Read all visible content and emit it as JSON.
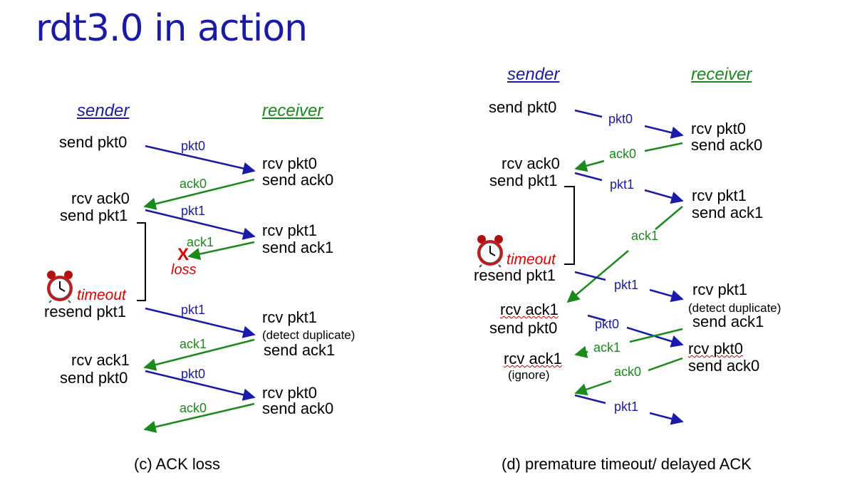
{
  "title": "rdt3.0 in action",
  "left": {
    "sender_header": "sender",
    "receiver_header": "receiver",
    "s1": "send pkt0",
    "r1a": "rcv pkt0",
    "r1b": "send ack0",
    "s2a": "rcv ack0",
    "s2b": "send pkt1",
    "r2a": "rcv pkt1",
    "r2b": "send ack1",
    "loss_x": "X",
    "loss": "loss",
    "timeout": "timeout",
    "s3": "resend pkt1",
    "r3a": "rcv pkt1",
    "r3dup": "(detect duplicate)",
    "r3b": "send ack1",
    "s4a": "rcv ack1",
    "s4b": "send pkt0",
    "r4a": "rcv pkt0",
    "r4b": "send ack0",
    "m_pkt0a": "pkt0",
    "m_ack0a": "ack0",
    "m_pkt1a": "pkt1",
    "m_ack1a": "ack1",
    "m_pkt1b": "pkt1",
    "m_ack1b": "ack1",
    "m_pkt0b": "pkt0",
    "m_ack0b": "ack0",
    "caption": "(c) ACK loss"
  },
  "right": {
    "sender_header": "sender",
    "receiver_header": "receiver",
    "s1": "send pkt0",
    "r1a": "rcv pkt0",
    "r1b": "send ack0",
    "s2a": "rcv ack0",
    "s2b": "send pkt1",
    "r2a": "rcv pkt1",
    "r2b": "send ack1",
    "timeout": "timeout",
    "s3": "resend pkt1",
    "r3a": "rcv pkt1",
    "r3dup": "(detect duplicate)",
    "r3b": "send ack1",
    "s4a": "rcv ack1",
    "s4b": "send pkt0",
    "r4a": "rcv pkt0",
    "r4b": "send ack0",
    "s5a": "rcv ack1",
    "s5b": "(ignore)",
    "m_pkt0": "pkt0",
    "m_ack0": "ack0",
    "m_pkt1": "pkt1",
    "m_ack1": "ack1",
    "m_pkt1b": "pkt1",
    "m_pkt0b": "pkt0",
    "m_ack1b": "ack1",
    "m_ack0b": "ack0",
    "m_pkt1c": "pkt1",
    "caption": "(d) premature timeout/ delayed ACK"
  },
  "colors": {
    "blue": "#1a1aa8",
    "green": "#1a8a1a",
    "red": "#e00000"
  },
  "icons": [
    "alarm-clock-icon",
    "loss-x-icon"
  ]
}
